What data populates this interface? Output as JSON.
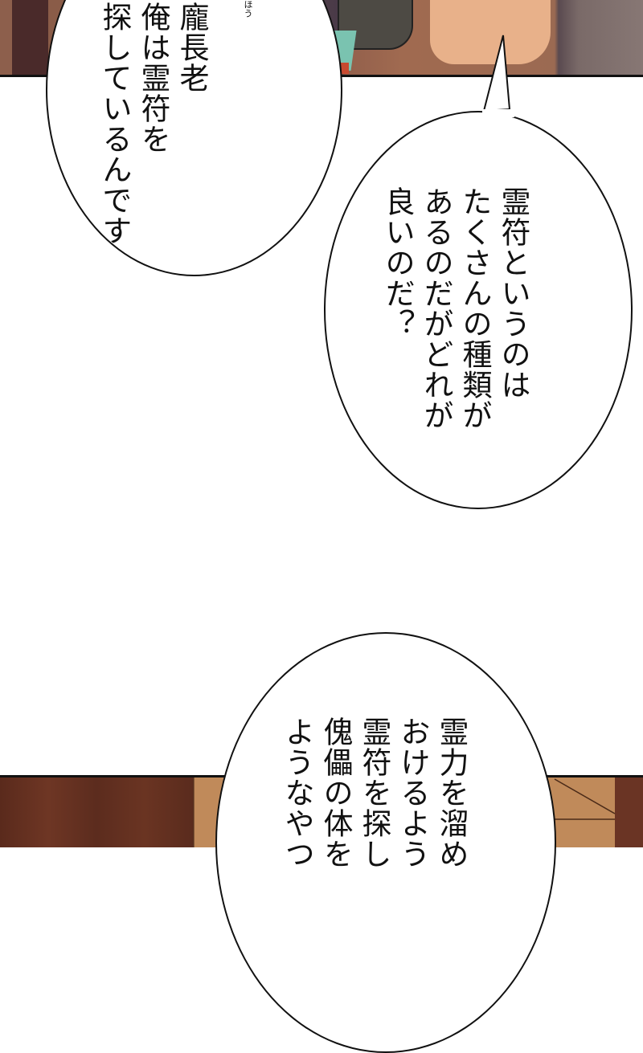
{
  "panels": {
    "top": {
      "description": "artwork panel: wooden interior, character shoulder with teal/red garment"
    },
    "bottom": {
      "description": "artwork panel: dark wood grain and light wood surface"
    }
  },
  "bubbles": [
    {
      "id": "bubble-1",
      "ruby": "ほう",
      "text": "龐長老\n俺は霊符を\n探しているんです"
    },
    {
      "id": "bubble-2",
      "text": "霊符というのは\nたくさんの種類が\nあるのだがどれが\n良いのだ？"
    },
    {
      "id": "bubble-3",
      "text": "霊力を溜め\nおけるよう\n霊符を探し\n傀儡の体を\nようなやつ"
    }
  ],
  "visible_text": {
    "bubble_3_lines_visible": [
      "霊力を溜",
      "おけるよ",
      "霊符を探",
      "傀儡の体",
      "ようなや"
    ]
  },
  "colors": {
    "bubble_fill": "#ffffff",
    "outline": "#111111",
    "wood_dark": "#5a2a1c",
    "wood_light": "#c08a5a",
    "skin": "#e8b18a",
    "teal": "#7ac3b0"
  }
}
